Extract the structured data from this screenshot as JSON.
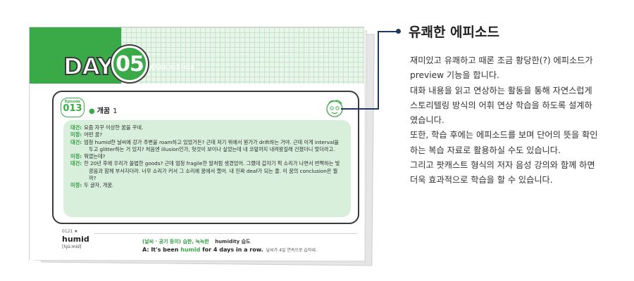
{
  "book": {
    "day_label": "DAY",
    "day_number": "05",
    "episode_range": "에피소드 013~015",
    "episode": {
      "badge_label": "Episode",
      "badge_number": "013",
      "heading": "개꿈",
      "heading_number": "1",
      "lines": [
        {
          "speaker": "대건:",
          "text": "요즘 자꾸 이상한 꿈을 꾸네."
        },
        {
          "speaker": "미정:",
          "text": "어떤 꿈?"
        },
        {
          "speaker": "대건:",
          "text": "엄청 humid한 날씨에 강가 주변을 roam하고 있었거든? 근데 저기 위에서 뭔가가 drift하는 거야. 근데 이게 interval을 두고 glitter하는 거 있지? 처음엔 illusion인가, 헛것이 보이나 싶었는데 내 코앞까지 내려왔길래 건졌더니 맞더라고."
        },
        {
          "speaker": "미정:",
          "text": "뭐였는데?"
        },
        {
          "speaker": "대건:",
          "text": "한 20년 후에 우리가 쓸법한 goods? 근데 엄청 fragile한 알처럼 생겼었어. 그랬데 갑자기 퍽 소리가 나면서 번쩍하는 빛 광음과 함께 부서지더라. 너무 소리가 커서 그 소리에 꿈에서 깼어. 내 진짜 deaf가 되는 줄. 이 꿈의 conclusion은 뭘까?"
        },
        {
          "speaker": "미정:",
          "text": "두 글자, 개꿈."
        }
      ]
    },
    "entry": {
      "index": "0121 ★",
      "word": "humid",
      "pronunciation": "[hjúːmid]",
      "meaning": "(날씨 · 공기 등이) 습한, 눅눅한",
      "related": "humidity 습도",
      "example_prefix": "A: It's been ",
      "example_highlight": "humid",
      "example_suffix": " for 4 days in a row.",
      "example_translation": "날씨가 4일 연속으로 습하네."
    }
  },
  "description": {
    "title": "유쾌한 에피소드",
    "lines": [
      "재미있고 유쾌하고 때론 조금 황당한(?) 에피소드가",
      "preview 기능을 합니다.",
      "대화 내용을 읽고 연상하는 활동을 통해 자연스럽게",
      "스토리텔링 방식의 어휘 연상 학습을 하도록 설계하",
      "였습니다.",
      "또한, 학습 후에는 에피소드를 보며 단어의 뜻을 확인",
      "하는 복습 자료로 활용하실 수도 있습니다.",
      "그리고 팟캐스트 형식의 저자 음성 강의와 함께 하면",
      "더욱 효과적으로 학습을 할 수 있습니다."
    ]
  },
  "colors": {
    "brand_green": "#3aaa48",
    "dialog_bg": "#d8efdc",
    "connector": "#1f3a5f"
  },
  "icons": [
    "face-doodle-icon",
    "bullet-dot-icon"
  ]
}
